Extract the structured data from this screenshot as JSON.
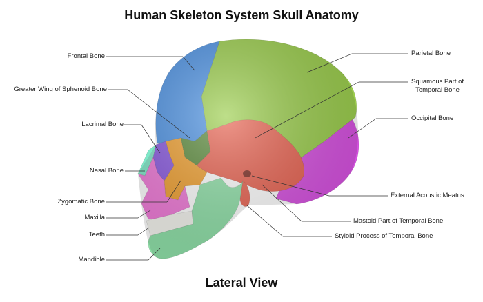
{
  "title": "Human Skeleton System Skull Anatomy",
  "subtitle": "Lateral View",
  "labels": {
    "frontal": "Frontal Bone",
    "sphenoid": "Greater Wing of Sphenoid Bone",
    "lacrimal": "Lacrimal Bone",
    "nasal": "Nasal Bone",
    "zygomatic": "Zygomatic Bone",
    "maxilla": "Maxilla",
    "teeth": "Teeth",
    "mandible": "Mandible",
    "parietal": "Parietal Bone",
    "squamous_1": "Squamous Part of",
    "squamous_2": "Temporal Bone",
    "occipital": "Occipital Bone",
    "acoustic": "External Acoustic Meatus",
    "mastoid": "Mastoid Part of Temporal Bone",
    "styloid": "Styloid Process of Temporal Bone"
  },
  "colors": {
    "frontal": "#4a90e2",
    "parietal": "#9acd4a",
    "occipital": "#d64fe0",
    "temporal": "#e8614f",
    "sphenoid": "#5a8a3a",
    "zygomatic": "#f0a030",
    "lacrimal": "#8a5ae0",
    "nasal": "#7fe8c8",
    "maxilla": "#f07ad8",
    "mandible": "#8fe0a8",
    "teeth": "#f4f4ee"
  }
}
